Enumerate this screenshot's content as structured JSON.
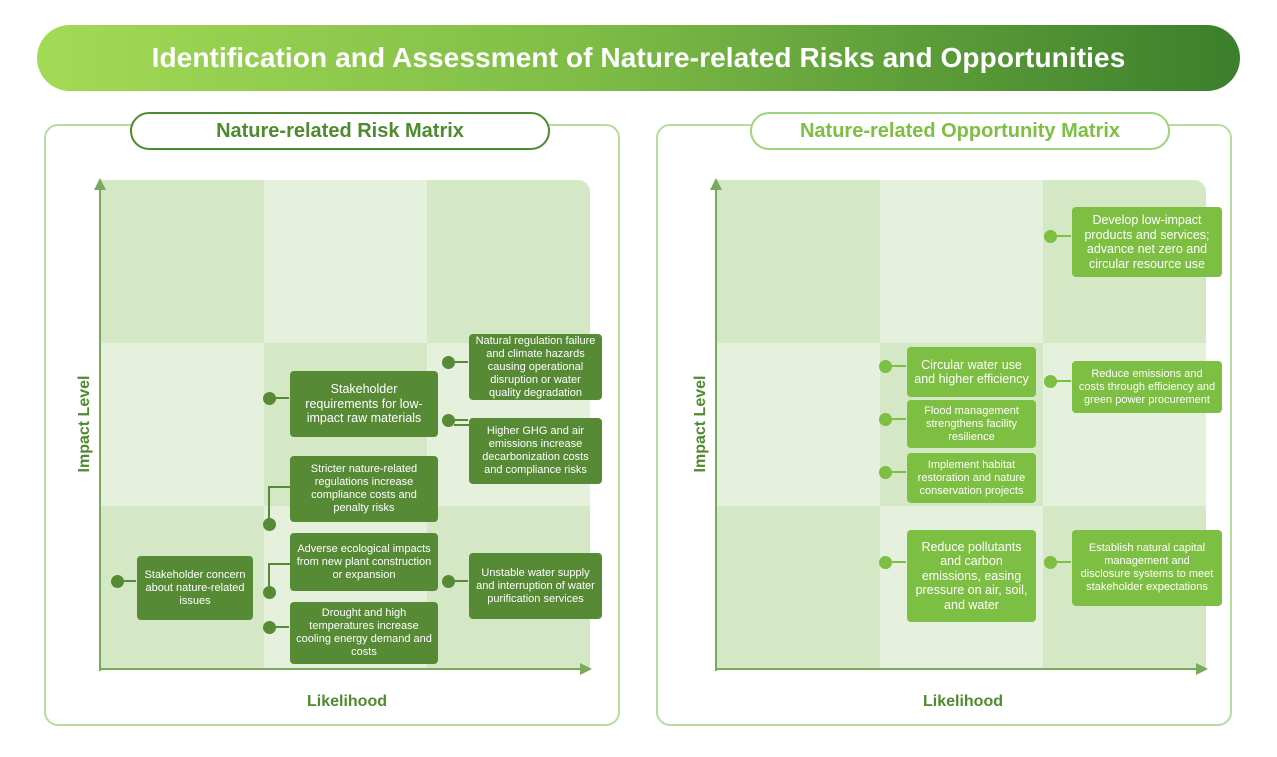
{
  "title": "Identification and Assessment of Nature-related Risks and Opportunities",
  "risk_matrix": {
    "title": "Nature-related Risk Matrix",
    "y_axis_label": "Impact Level",
    "x_axis_label": "Likelihood",
    "items": [
      {
        "text": "Natural regulation failure and climate hazards causing operational disruption or water quality degradation",
        "likelihood": "high",
        "impact": "medium"
      },
      {
        "text": "Stakeholder requirements for low-impact raw materials",
        "likelihood": "medium",
        "impact": "medium"
      },
      {
        "text": "Higher GHG and air emissions increase decarbonization costs and compliance risks",
        "likelihood": "high",
        "impact": "medium"
      },
      {
        "text": "Stricter nature-related regulations increase compliance costs and penalty risks",
        "likelihood": "medium",
        "impact": "low"
      },
      {
        "text": "Adverse ecological impacts from new plant construction or expansion",
        "likelihood": "medium",
        "impact": "low"
      },
      {
        "text": "Stakeholder concern about nature-related issues",
        "likelihood": "low",
        "impact": "low"
      },
      {
        "text": "Unstable water supply and interruption of water purification services",
        "likelihood": "high",
        "impact": "low"
      },
      {
        "text": "Drought and high temperatures increase cooling energy demand and costs",
        "likelihood": "medium",
        "impact": "low"
      }
    ]
  },
  "opportunity_matrix": {
    "title": "Nature-related Opportunity Matrix",
    "y_axis_label": "Impact Level",
    "x_axis_label": "Likelihood",
    "items": [
      {
        "text": "Develop low-impact products and services; advance net zero and circular resource use",
        "likelihood": "high",
        "impact": "high"
      },
      {
        "text": "Circular water use and higher efficiency",
        "likelihood": "medium",
        "impact": "medium"
      },
      {
        "text": "Reduce emissions and costs through efficiency and green power procurement",
        "likelihood": "high",
        "impact": "medium"
      },
      {
        "text": "Flood management strengthens facility resilience",
        "likelihood": "medium",
        "impact": "medium"
      },
      {
        "text": "Implement habitat restoration and nature conservation projects",
        "likelihood": "medium",
        "impact": "medium"
      },
      {
        "text": "Reduce pollutants and carbon emissions, easing pressure on air, soil, and water",
        "likelihood": "medium",
        "impact": "low"
      },
      {
        "text": "Establish natural capital management and disclosure systems to meet stakeholder expectations",
        "likelihood": "high",
        "impact": "low"
      }
    ]
  },
  "colors": {
    "risk_card": "#578a35",
    "opportunity_card": "#7dbf42",
    "cell_dark": "#d4e8c5",
    "cell_light": "#e5f1dc"
  }
}
